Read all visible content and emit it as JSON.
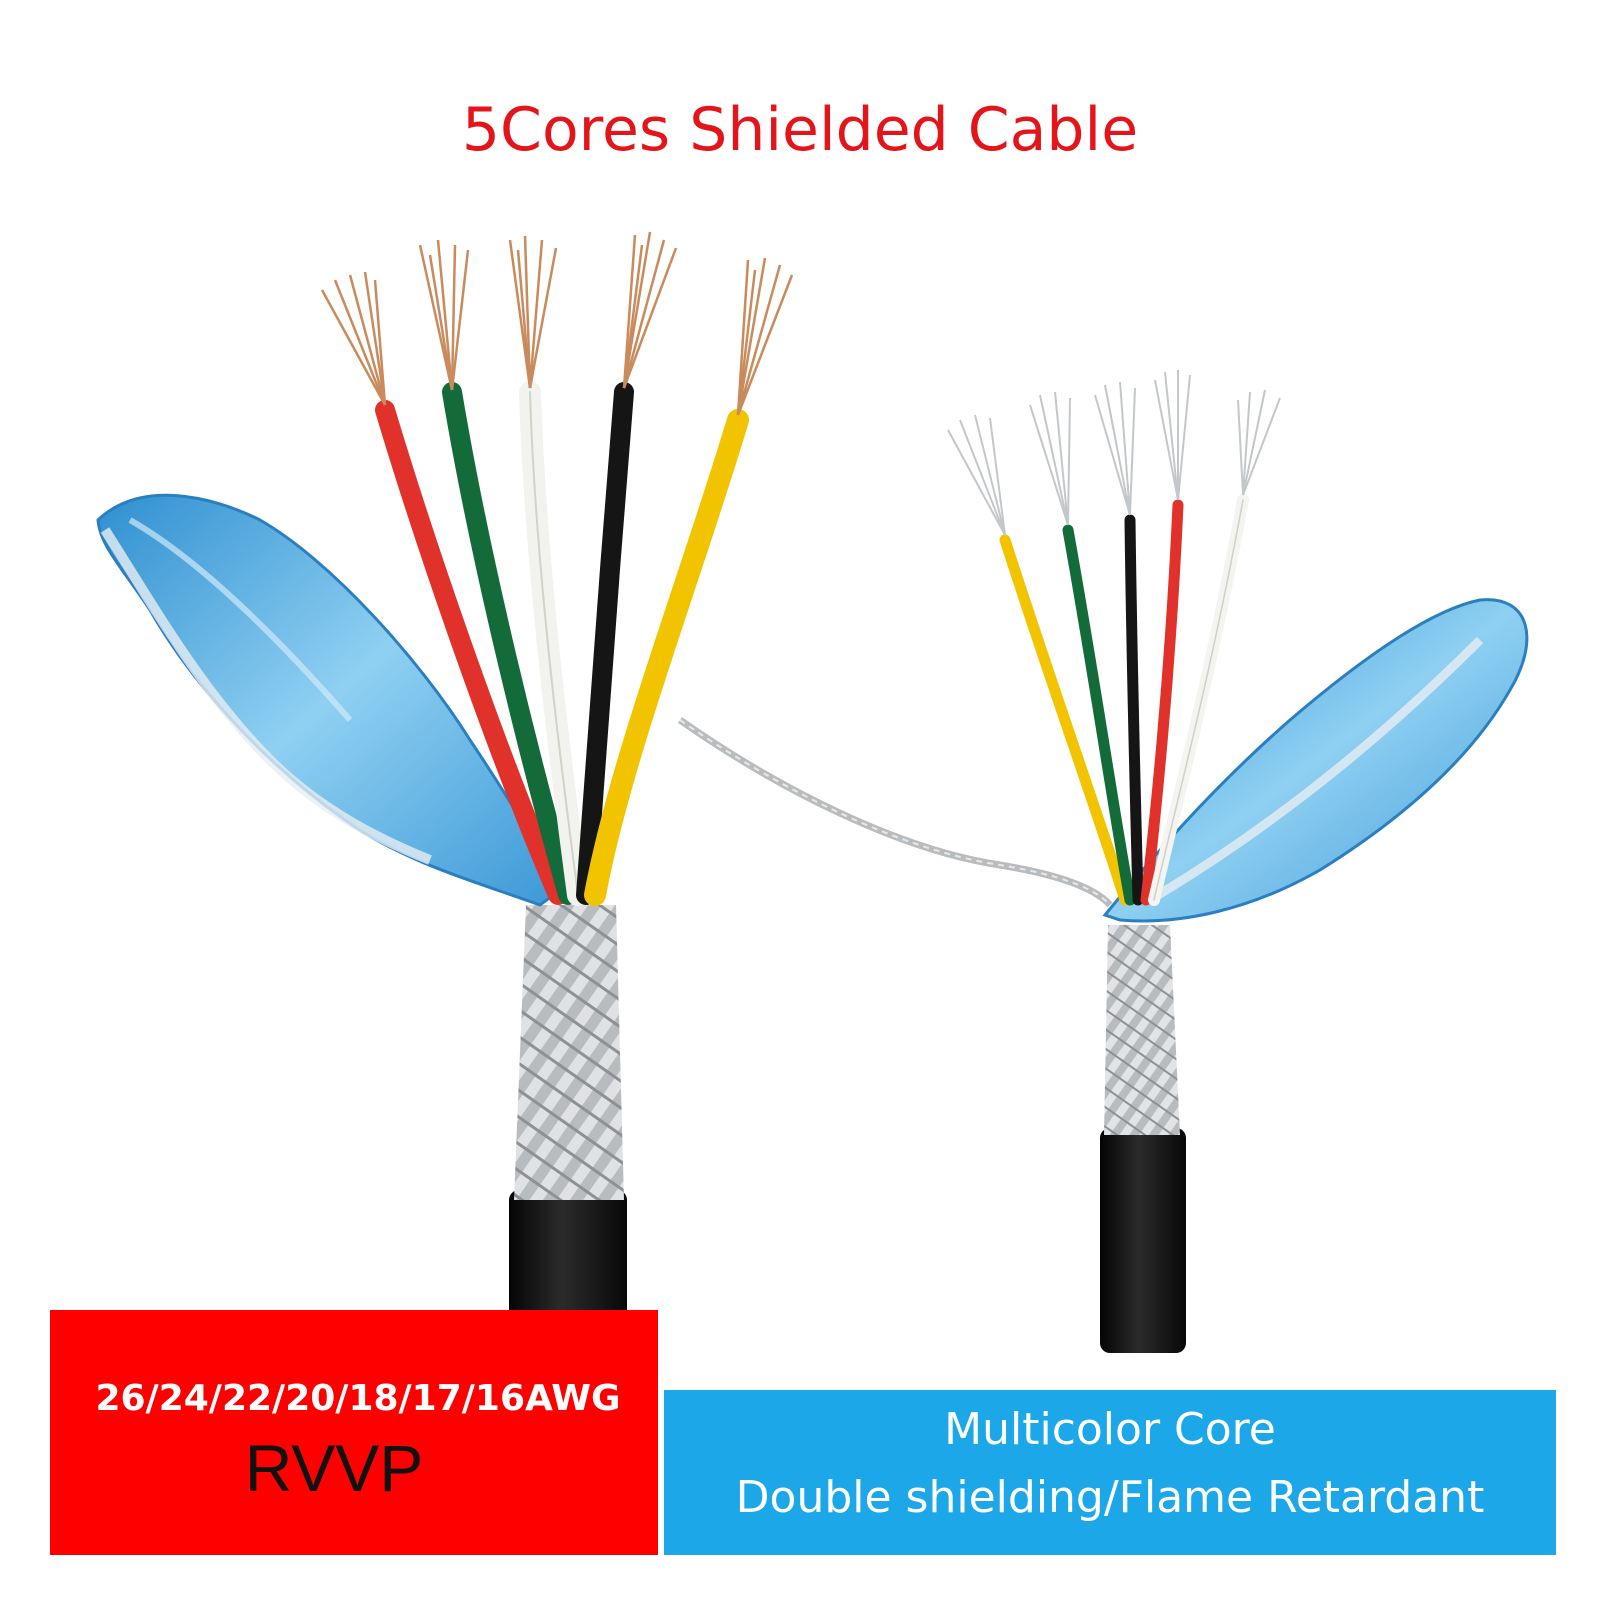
{
  "title": "5Cores Shielded Cable",
  "badges": {
    "gauge": "26/24/22/20/18/17/16AWG",
    "model": "RVVP"
  },
  "features": {
    "line1": "Multicolor Core",
    "line2": "Double shielding/Flame Retardant"
  },
  "colors": {
    "title": "#e3151a",
    "red_panel": "#fe0000",
    "blue_panel": "#1ca7e8",
    "core_red": "#e0322a",
    "core_green": "#146b3a",
    "core_white": "#f4f4f2",
    "core_black": "#151515",
    "core_yellow": "#f2c400",
    "foil": "#6db8e8",
    "jacket": "#111111"
  },
  "images": {
    "left_cable": "large-5-core-shielded-cable-photo",
    "right_cable": "small-5-core-shielded-cable-photo"
  }
}
